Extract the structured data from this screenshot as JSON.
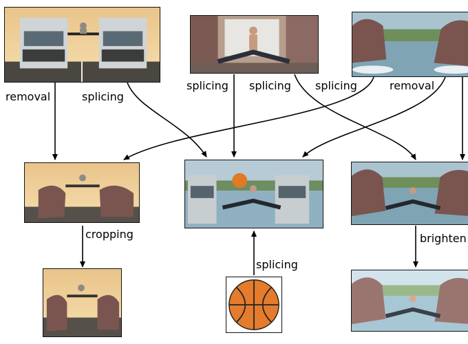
{
  "edges": {
    "removal_left": "removal",
    "splicing_trucks": "splicing",
    "splicing_man": "splicing",
    "splicing_man_right": "splicing",
    "splicing_hippo": "splicing",
    "removal_right": "removal",
    "cropping": "cropping",
    "brighten": "brighten",
    "splicing_ball": "splicing"
  },
  "images": {
    "trucks": "source image: two trucks with man doing splits between them",
    "man": "source image: man doing splits in a room",
    "hippos": "source image: two hippos in water",
    "trucks_hippos": "spliced: hippos with man on truck background",
    "trucks_man_ball": "spliced: trucks, man, basketball on water",
    "hippos_man": "spliced: hippos with man doing splits",
    "cropped": "cropped version",
    "basketball": "basketball",
    "brightened": "brightened version"
  }
}
